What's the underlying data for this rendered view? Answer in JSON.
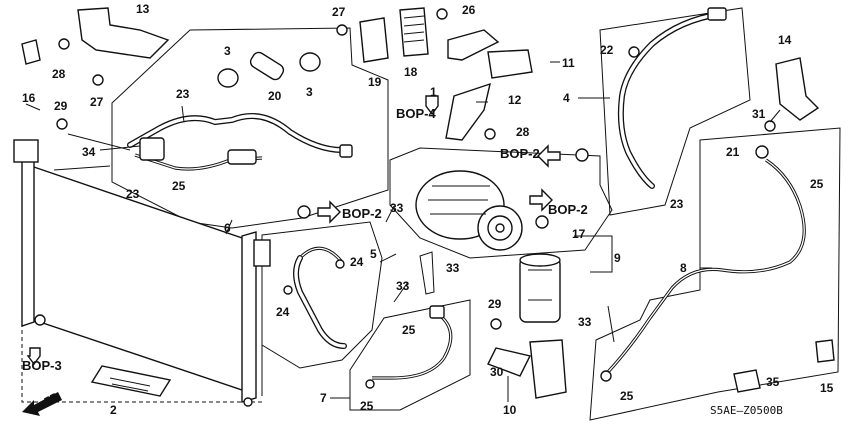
{
  "diagram": {
    "code": "S5AE–Z0500B",
    "front_label": "FR.",
    "callouts": [
      {
        "id": "c1",
        "label": "1"
      },
      {
        "id": "c2",
        "label": "2"
      },
      {
        "id": "c3a",
        "label": "3"
      },
      {
        "id": "c3b",
        "label": "3"
      },
      {
        "id": "c4",
        "label": "4"
      },
      {
        "id": "c5",
        "label": "5"
      },
      {
        "id": "c6",
        "label": "6"
      },
      {
        "id": "c7",
        "label": "7"
      },
      {
        "id": "c8",
        "label": "8"
      },
      {
        "id": "c9",
        "label": "9"
      },
      {
        "id": "c10",
        "label": "10"
      },
      {
        "id": "c11",
        "label": "11"
      },
      {
        "id": "c12",
        "label": "12"
      },
      {
        "id": "c13",
        "label": "13"
      },
      {
        "id": "c14",
        "label": "14"
      },
      {
        "id": "c15",
        "label": "15"
      },
      {
        "id": "c16",
        "label": "16"
      },
      {
        "id": "c17",
        "label": "17"
      },
      {
        "id": "c18",
        "label": "18"
      },
      {
        "id": "c19",
        "label": "19"
      },
      {
        "id": "c20",
        "label": "20"
      },
      {
        "id": "c21",
        "label": "21"
      },
      {
        "id": "c22",
        "label": "22"
      },
      {
        "id": "c23a",
        "label": "23"
      },
      {
        "id": "c23b",
        "label": "23"
      },
      {
        "id": "c23c",
        "label": "23"
      },
      {
        "id": "c24a",
        "label": "24"
      },
      {
        "id": "c24b",
        "label": "24"
      },
      {
        "id": "c25a",
        "label": "25"
      },
      {
        "id": "c25b",
        "label": "25"
      },
      {
        "id": "c25c",
        "label": "25"
      },
      {
        "id": "c25d",
        "label": "25"
      },
      {
        "id": "c25e",
        "label": "25"
      },
      {
        "id": "c26",
        "label": "26"
      },
      {
        "id": "c27a",
        "label": "27"
      },
      {
        "id": "c27b",
        "label": "27"
      },
      {
        "id": "c28a",
        "label": "28"
      },
      {
        "id": "c28b",
        "label": "28"
      },
      {
        "id": "c29a",
        "label": "29"
      },
      {
        "id": "c29b",
        "label": "29"
      },
      {
        "id": "c30",
        "label": "30"
      },
      {
        "id": "c31",
        "label": "31"
      },
      {
        "id": "c33a",
        "label": "33"
      },
      {
        "id": "c33b",
        "label": "33"
      },
      {
        "id": "c33c",
        "label": "33"
      },
      {
        "id": "c33d",
        "label": "33"
      },
      {
        "id": "c34",
        "label": "34"
      },
      {
        "id": "c35",
        "label": "35"
      }
    ],
    "references": [
      {
        "id": "r1",
        "label": "BOP-4"
      },
      {
        "id": "r2",
        "label": "BOP-2"
      },
      {
        "id": "r3",
        "label": "BOP-2"
      },
      {
        "id": "r4",
        "label": "BOP-2"
      },
      {
        "id": "r5",
        "label": "BOP-3"
      }
    ]
  }
}
